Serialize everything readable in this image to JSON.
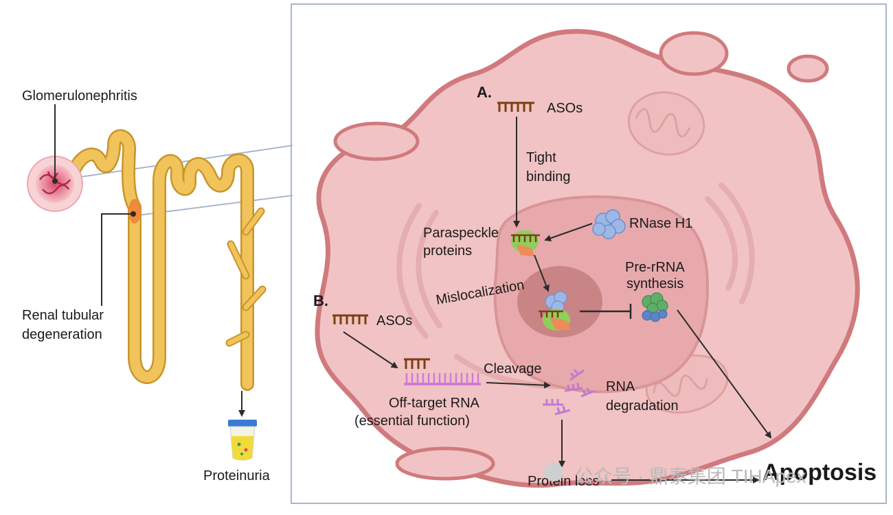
{
  "left_panel": {
    "glomerulonephritis": "Glomerulonephritis",
    "renal_tubular_line1": "Renal tubular",
    "renal_tubular_line2": "degeneration",
    "proteinuria": "Proteinuria"
  },
  "cell_panel": {
    "section_a": "A.",
    "section_b": "B.",
    "asos_a": "ASOs",
    "asos_b": "ASOs",
    "tight_binding_line1": "Tight",
    "tight_binding_line2": "binding",
    "paraspeckle_line1": "Paraspeckle",
    "paraspeckle_line2": "proteins",
    "rnase_h1": "RNase H1",
    "mislocalization": "Mislocalization",
    "pre_rrna_line1": "Pre-rRNA",
    "pre_rrna_line2": "synthesis",
    "cleavage": "Cleavage",
    "off_target_line1": "Off-target RNA",
    "off_target_line2": "(essential function)",
    "rna_degradation_line1": "RNA",
    "rna_degradation_line2": "degradation",
    "protein_loss": "Protein loss",
    "apoptosis": "Apoptosis"
  },
  "watermark": "公众号 · 鼎泰集团 TIHApex",
  "colors": {
    "cell_fill": "#f1c3c4",
    "cell_stroke": "#d07a7d",
    "nucleus_fill": "#e7a9ab",
    "nucleolus_fill": "#c98486",
    "tubule": "#f0c45a",
    "tubule_stroke": "#c9942c",
    "aso": "#7a3f14",
    "offtarget_rna": "#d17ad9"
  }
}
